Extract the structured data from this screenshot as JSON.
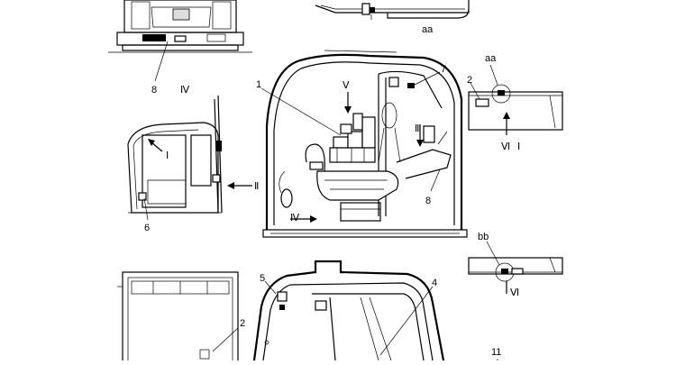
{
  "labels": {
    "aa_top": "aa",
    "aa_right": "aa",
    "bb": "bb",
    "n1": "1",
    "n2_right": "2",
    "n2_bottom": "2",
    "n4": "4",
    "n5": "5",
    "n6": "6",
    "n7": "7",
    "n8_left": "8",
    "n8_center": "8",
    "n11": "11",
    "roman_IV_top": "Ⅳ",
    "roman_IV_arrow": "Ⅳ",
    "roman_I_door": "Ⅰ",
    "roman_I_right": "Ⅰ",
    "roman_II": "Ⅱ",
    "roman_III": "Ⅲ",
    "roman_V": "Ⅴ",
    "roman_VI_right": "Ⅵ",
    "roman_VI_bottom": "Ⅵ"
  }
}
